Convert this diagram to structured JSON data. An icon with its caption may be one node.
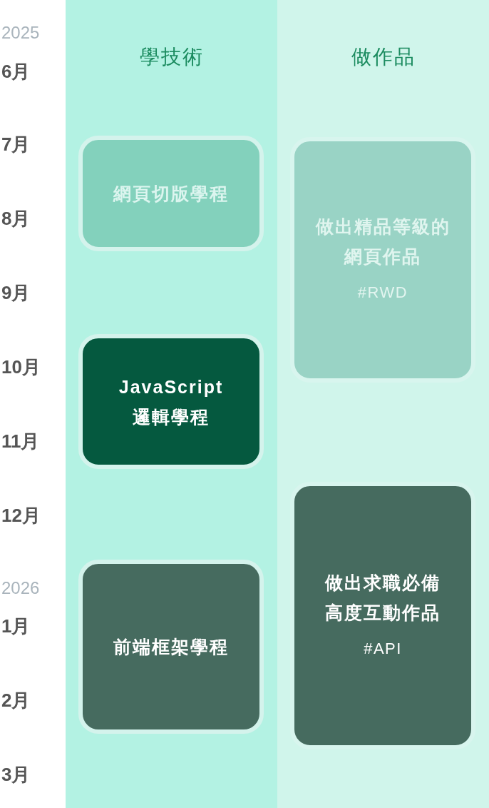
{
  "diagram": {
    "nodes": [
      {
        "text": [
          "學技術"
        ]
      },
      {
        "text": [
          "網頁切版學程"
        ],
        "in": 0
      },
      {
        "text": [
          "JavaScript 邏輯學程"
        ],
        "in": 0
      },
      {
        "text": [
          "前端框架學程"
        ],
        "in": 0
      },
      {
        "text": [
          "做作品"
        ]
      },
      {
        "text": [
          "做出精品等級的網頁作品",
          "#RWD"
        ],
        "in": 4
      },
      {
        "text": [
          "做出求職必備高度互動作品",
          "#API"
        ],
        "in": 4
      }
    ],
    "labels": [
      "2025",
      "6月",
      "7月",
      "8月",
      "9月",
      "10月",
      "11月",
      "12月",
      "2026",
      "1月",
      "2月",
      "3月"
    ]
  }
}
